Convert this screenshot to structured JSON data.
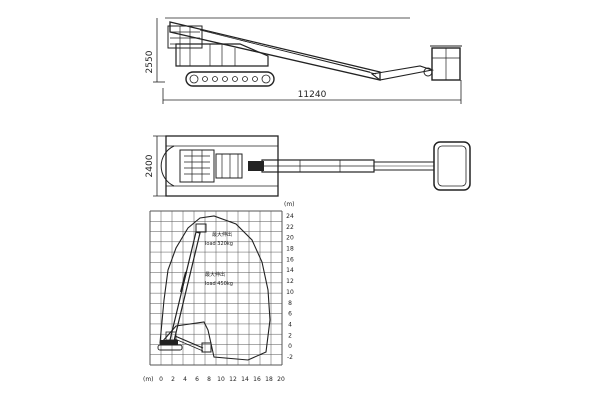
{
  "side_view": {
    "height_dim": "2550",
    "length_dim": "11240"
  },
  "top_view": {
    "width_dim": "2400"
  },
  "working_range": {
    "unit_x": "(m)",
    "unit_y": "(m)",
    "x_ticks": [
      "0",
      "2",
      "4",
      "6",
      "8",
      "10",
      "12",
      "14",
      "16",
      "18",
      "20"
    ],
    "y_ticks": [
      "24",
      "22",
      "20",
      "18",
      "16",
      "14",
      "12",
      "10",
      "8",
      "6",
      "4",
      "2",
      "0",
      "-2"
    ],
    "label_upper_a": "最大伸出",
    "label_upper_b": "load 320kg",
    "label_lower_a": "最大伸出",
    "label_lower_b": "load 450kg"
  }
}
